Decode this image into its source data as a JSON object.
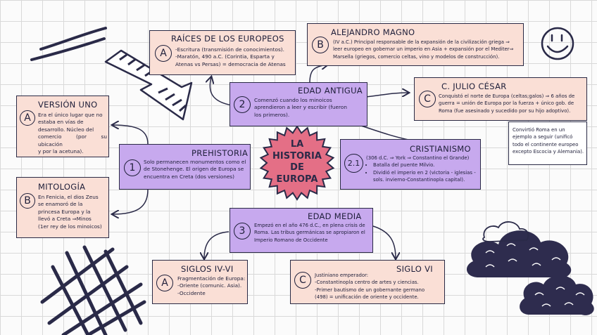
{
  "center": {
    "lines": [
      "LA",
      "HISTORIA",
      "DE",
      "EUROPA"
    ]
  },
  "colors": {
    "pink": "#fadfd6",
    "purple": "#c7a9ee",
    "star": "#e46f86",
    "ink": "#1f1f3a"
  },
  "boxes": {
    "raices": {
      "title": "RAÍCES DE LOS EUROPEOS",
      "badge": "A",
      "lines": [
        "-Escritura (transmisión de conocimientos).",
        "-Maratón, 490 a.C. (Corintia, Esparta y",
        "Atenas vs Persas) = democracia de Atenas"
      ]
    },
    "alejandro": {
      "title": "ALEJANDRO MAGNO",
      "badge": "B",
      "lines": [
        "(IV a.C.) Principal responsable de la expansión de la civilización griega ⇒",
        "leer europeo en gobernar un imperio en Asia + expansión por el Mediter⇒",
        "Marsella (griegos, comercio celtas, vino y modelos de construcción)."
      ]
    },
    "version_uno": {
      "title": "VERSIÓN UNO",
      "badge": "A",
      "lines": [
        "Era el único lugar que no",
        "estaba en vías de",
        "desarrollo. Núcleo del",
        "comercio (por su ubicación",
        "y por la acetuna)."
      ]
    },
    "edad_antigua": {
      "title": "EDAD ANTIGUA",
      "badge": "2",
      "lines": [
        "Comenzó cuando los minoicos",
        "aprendieron a leer y escribir (fueron",
        "los primeros)."
      ]
    },
    "julio_cesar": {
      "title": "C. JULIO CÉSAR",
      "badge": "C",
      "lines": [
        "Conquistó el norte de Europa (celtas;galos) ⇒ 6 años de",
        "guerra = unión de Europa por la fuerza + único gob. de",
        "Roma (fue asesinado y sucedido por su hijo adoptivo)."
      ]
    },
    "roma_note": {
      "lines": [
        "Convirtió Roma en un",
        "ejemplo a seguir (unificó",
        "todo el continente europeo",
        "excepto Escocia y Alemania)."
      ]
    },
    "prehistoria": {
      "title": "PREHISTORIA",
      "badge": "1",
      "lines": [
        "Solo permanecen monumentos como el",
        "de Stonehenge. El origen de Europa se",
        "encuentra en Creta (dos versiones)"
      ]
    },
    "cristianismo": {
      "title": "CRISTIANISMO",
      "badge": "2.1",
      "lines": [
        "(306 d.C. ⇒ York ⇒ Constantino el Grande)"
      ],
      "bullets": [
        "Batalla del puente Milvio.",
        "Dividió el imperio en 2 (victoria - iglesias -",
        "sols. invierno-Constantinopla capital)."
      ]
    },
    "mitologia": {
      "title": "MITOLOGÍA",
      "badge": "B",
      "lines": [
        "En Fenicia, el dios Zeus",
        "se enamoró de la",
        "princesa Europa y la",
        "llevó a Creta ⇒Minos",
        "(1er rey de los minoicos)"
      ]
    },
    "edad_media": {
      "title": "EDAD MEDIA",
      "badge": "3",
      "lines": [
        "Empezó en el año 476 d.C., en plena crisis de",
        "Roma. Las tribus germánicas se apropiaron el",
        "Imperio Romano de Occidente"
      ]
    },
    "siglos_iv_vi": {
      "title": "SIGLOS IV-VI",
      "badge": "A",
      "lines": [
        "Fragmentación de Europa:",
        "-Oriente (comunic. Asia).",
        "-Occidente"
      ]
    },
    "siglo_vi": {
      "title": "SIGLO VI",
      "badge": "C",
      "lines": [
        "Justiniano emperador:",
        "-Constantinopla centro de artes y ciencias.",
        "-Primer bautismo de un gobernante germano",
        "(498) = unificación de oriente y occidente."
      ]
    }
  }
}
